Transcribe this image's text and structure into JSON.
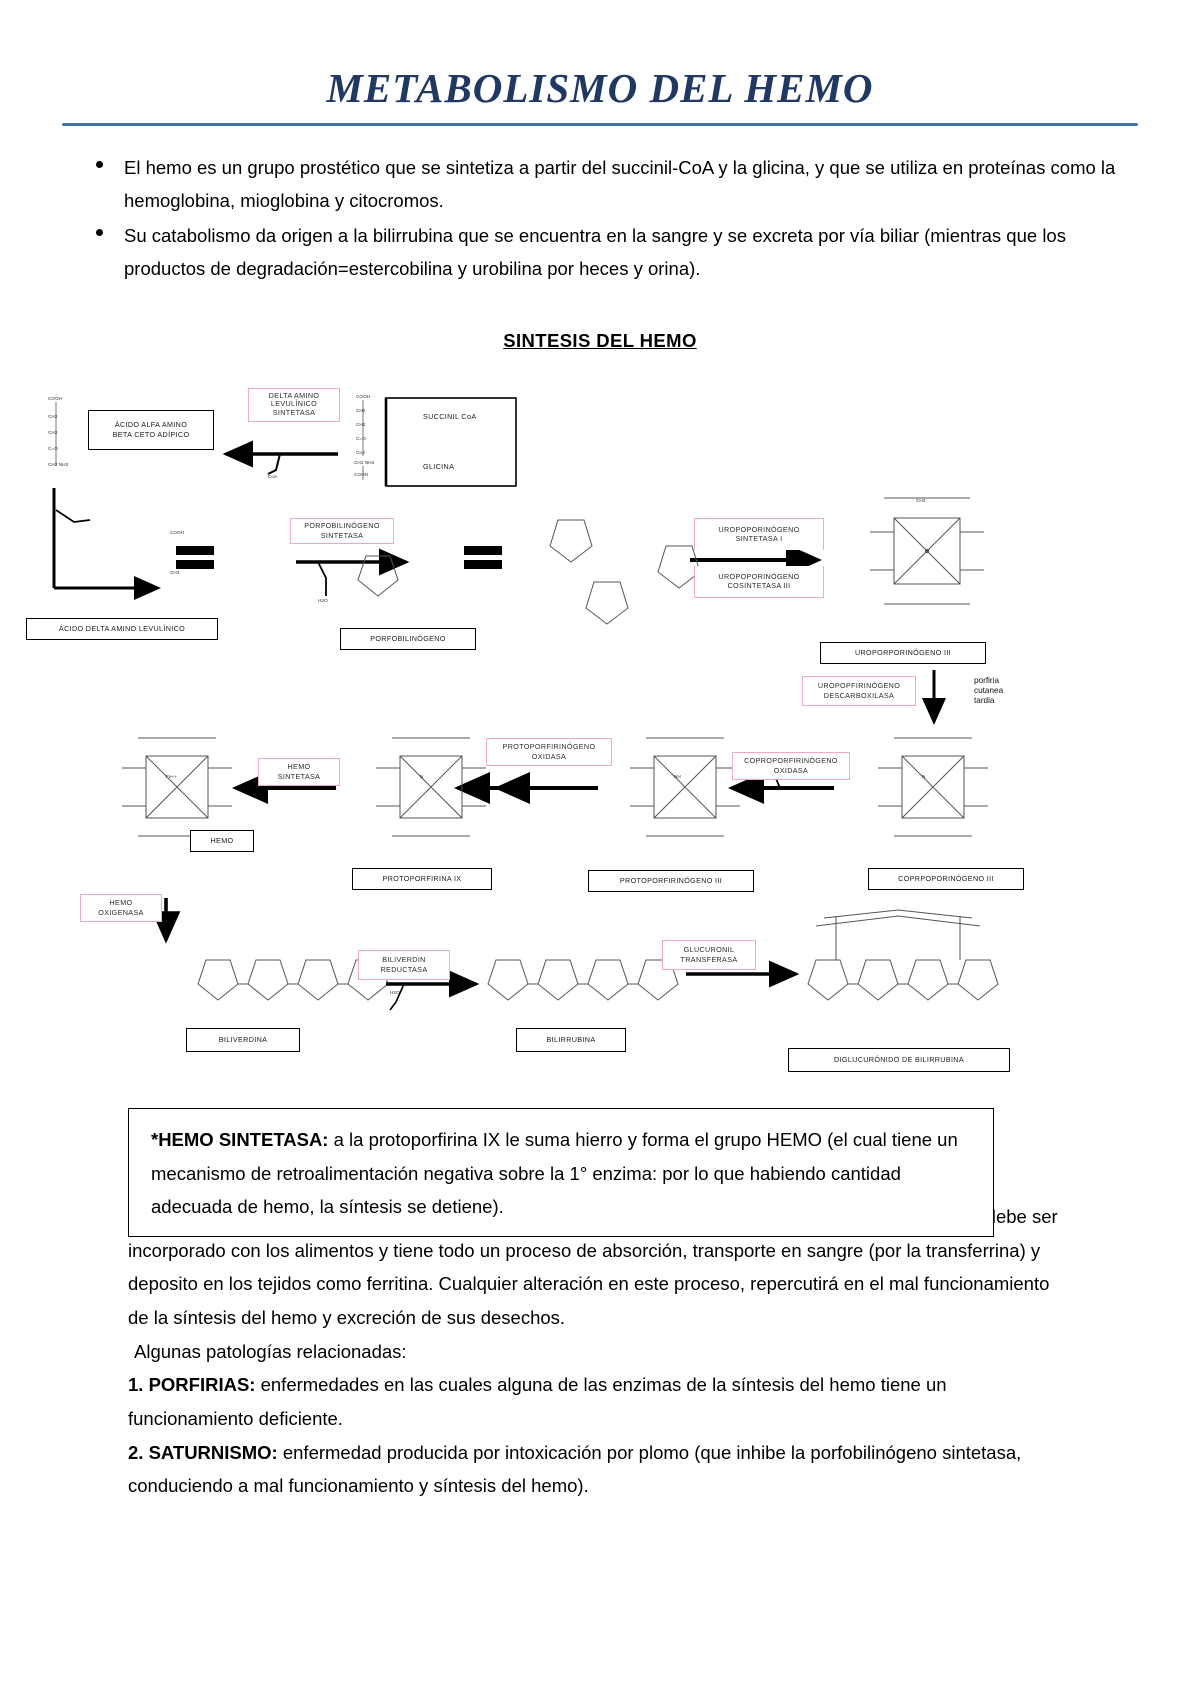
{
  "document": {
    "title": "METABOLISMO DEL HEMO",
    "section_heading": "SINTESIS DEL HEMO"
  },
  "bullets": [
    "El hemo es un grupo prostético que se sintetiza a partir del succinil-CoA y la glicina, y que se utiliza en proteínas como la hemoglobina, mioglobina y citocromos.",
    "Su catabolismo da origen a la bilirrubina que se encuentra en la sangre y se excreta por vía biliar (mientras que los productos de degradación=estercobilina y urobilina por heces y orina)."
  ],
  "diagram": {
    "compound_labels": [
      "ÁCIDO ALFA AMINO\nBETA CETO ADÍPICO",
      "SUCCINIL CoA",
      "GLICINA",
      "ÁCIDO DELTA AMINO LEVULÍNICO",
      "PORFOBILINÓGENO",
      "UROPORPORINÓGENO III",
      "COPRPOPORINÓGENO III",
      "PROTOPORFIRINÓGENO III",
      "PROTOPORFIRINA IX",
      "HEMO",
      "BILIVERDINA",
      "BILIRRUBINA",
      "DIGLUCURÓNIDO DE BILIRRUBINA"
    ],
    "enzyme_labels": [
      "DELTA AMINO\nLEVULÍNICO\nSINTETASA",
      "PORFOBILINÓGENO\nSINTETASA",
      "UROPOPORINÓGENO\nSINTETASA I",
      "UROPOPORINÓGENO\nCOSINTETASA III",
      "UROPOPFIRINÓGENO\nDESCARBOXILASA",
      "COPROPORFIRINÓGENO\nOXIDASA",
      "PROTOPORFIRINÓGENO\nOXIDASA",
      "HEMO\nSINTETASA",
      "HEMO\nOXIGENASA",
      "BILIVERDIN\nREDUCTASA",
      "GLUCURONIL\nTRANSFERASA"
    ],
    "annotation_porfiria": "porfiria\ncutanea\ntardia",
    "small_formulas": [
      "COOH",
      "CH2",
      "CH2",
      "C=O",
      "CoA",
      "CH2 NH2",
      "COOH",
      "CO2",
      "H2O",
      "NH",
      "N",
      "Fe++",
      "CH3",
      "CH2"
    ]
  },
  "callout": {
    "lead": "*HEMO SINTETASA:",
    "text": " a la protoporfirina IX  le suma hierro y forma el grupo HEMO (el cual tiene un mecanismo de retroalimentación negativa sobre la 1° enzima: por lo que habiendo cantidad adecuada de hemo, la síntesis se detiene)."
  },
  "bottom_text": {
    "paragraph_1": "No es independiente de la síntesis del hemo los problemas alimenticios: el hierro es un ion esencial que debe ser incorporado con los alimentos y tiene todo un proceso de absorción, transporte en sangre (por la transferrina) y deposito en los tejidos como ferritina. Cualquier alteración en este proceso, repercutirá en el mal funcionamiento de la síntesis del hemo y excreción de sus desechos.",
    "paragraph_2": " Algunas patologías relacionadas:",
    "item_1_number": "1. PORFIRIAS:",
    "item_1_text": " enfermedades en las cuales alguna de las enzimas de la síntesis del hemo tiene un funcionamiento deficiente.",
    "item_2_number": "2. SATURNISMO:",
    "item_2_text": " enfermedad producida por intoxicación por plomo (que inhibe la porfobilinógeno sintetasa, conduciendo a mal funcionamiento y síntesis del hemo)."
  },
  "colors": {
    "title": "#1F3864",
    "rule": "#4472A8",
    "enzyme_box_border": "#F2A7C3",
    "compound_box_border": "#000000"
  }
}
